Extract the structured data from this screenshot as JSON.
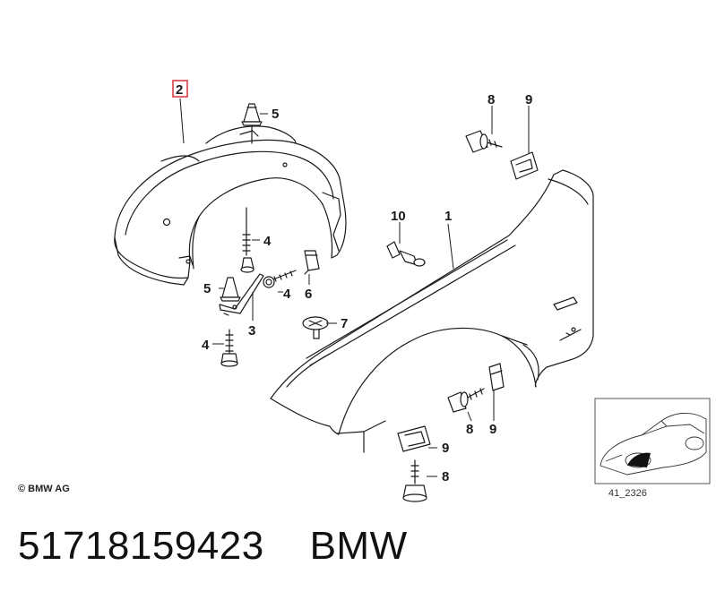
{
  "callouts": {
    "l2": "2",
    "l5a": "5",
    "l4a": "4",
    "l4b": "4",
    "l6": "6",
    "l5b": "5",
    "l3": "3",
    "l4c": "4",
    "l10": "10",
    "l1": "1",
    "l8a": "8",
    "l9a": "9",
    "l7": "7",
    "l8b": "8",
    "l9b": "9",
    "l9c": "9",
    "l8c": "8"
  },
  "copyright": "© BMW AG",
  "reference_id": "41_2326",
  "part_number_line": "51718159423    BMW",
  "colors": {
    "highlight_box": "#d9343a",
    "line": "#1a1a1a",
    "fill": "#ffffff"
  }
}
